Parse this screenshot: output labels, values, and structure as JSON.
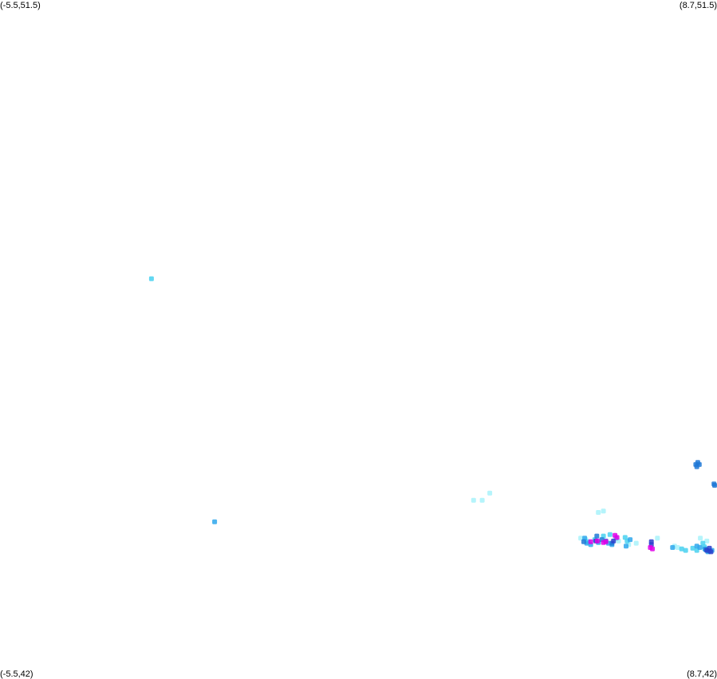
{
  "chart_data": {
    "type": "scatter",
    "title": "",
    "xlabel": "",
    "ylabel": "",
    "xlim": [
      -5.5,
      8.7
    ],
    "ylim": [
      42,
      51.5
    ],
    "grid": false,
    "legend": false,
    "corner_labels": {
      "top_left": "(-5.5,51.5)",
      "top_right": "(8.7,51.5)",
      "bottom_left": "(-5.5,42)",
      "bottom_right": "(8.7,42)"
    },
    "colors": {
      "cyan": "#48d1f0",
      "light_cyan": "#a8f2fa",
      "sky": "#2ea7ec",
      "blue": "#1e78d6",
      "dark_blue": "#2a3fcc",
      "magenta": "#e000e8"
    },
    "series": [
      {
        "color": "light_cyan",
        "points": [
          [
            4.2,
            44.6
          ],
          [
            4.05,
            44.5
          ],
          [
            3.88,
            44.5
          ],
          [
            6.45,
            44.35
          ],
          [
            6.35,
            44.33
          ],
          [
            6.75,
            43.93
          ],
          [
            6.95,
            43.88
          ],
          [
            6.1,
            43.95
          ],
          [
            6.0,
            43.97
          ],
          [
            8.37,
            43.97
          ],
          [
            8.5,
            43.93
          ],
          [
            7.86,
            43.86
          ],
          [
            7.92,
            43.84
          ],
          [
            7.52,
            43.97
          ],
          [
            7.1,
            43.9
          ]
        ]
      },
      {
        "color": "cyan",
        "points": [
          [
            -2.5,
            47.6
          ],
          [
            6.15,
            43.92
          ],
          [
            6.28,
            43.95
          ],
          [
            6.45,
            44.0
          ],
          [
            6.58,
            44.02
          ],
          [
            6.7,
            43.97
          ],
          [
            6.88,
            43.98
          ],
          [
            6.92,
            43.93
          ],
          [
            8.0,
            43.82
          ],
          [
            8.08,
            43.8
          ],
          [
            8.22,
            43.83
          ],
          [
            8.3,
            43.8
          ],
          [
            8.42,
            43.9
          ],
          [
            8.45,
            43.85
          ]
        ]
      },
      {
        "color": "sky",
        "points": [
          [
            -1.25,
            44.2
          ],
          [
            6.08,
            43.97
          ],
          [
            6.12,
            43.9
          ],
          [
            6.2,
            43.88
          ],
          [
            6.35,
            43.91
          ],
          [
            6.55,
            43.9
          ],
          [
            6.62,
            43.88
          ],
          [
            6.9,
            43.86
          ],
          [
            6.98,
            43.95
          ],
          [
            7.82,
            43.84
          ],
          [
            8.3,
            43.86
          ],
          [
            8.36,
            43.84
          ],
          [
            8.46,
            43.82
          ],
          [
            8.52,
            43.78
          ],
          [
            8.6,
            43.8
          ]
        ]
      },
      {
        "color": "blue",
        "points": [
          [
            8.28,
            45.0
          ],
          [
            8.32,
            45.03
          ],
          [
            8.35,
            45.0
          ],
          [
            8.3,
            44.97
          ],
          [
            8.64,
            44.73
          ],
          [
            8.68,
            44.71
          ],
          [
            6.32,
            44.0
          ],
          [
            6.42,
            43.95
          ],
          [
            6.5,
            43.93
          ],
          [
            6.62,
            43.9
          ],
          [
            6.06,
            43.92
          ],
          [
            8.48,
            43.81
          ],
          [
            8.55,
            43.79
          ]
        ]
      },
      {
        "color": "dark_blue",
        "points": [
          [
            7.4,
            43.92
          ],
          [
            7.4,
            43.88
          ],
          [
            8.5,
            43.8
          ],
          [
            8.55,
            43.83
          ],
          [
            8.58,
            43.78
          ],
          [
            6.65,
            43.93
          ],
          [
            6.3,
            43.93
          ]
        ]
      },
      {
        "color": "magenta",
        "points": [
          [
            6.2,
            43.92
          ],
          [
            6.33,
            43.93
          ],
          [
            6.45,
            43.91
          ],
          [
            6.5,
            43.92
          ],
          [
            6.68,
            44.01
          ],
          [
            6.72,
            43.98
          ],
          [
            7.38,
            43.84
          ],
          [
            7.42,
            43.82
          ]
        ]
      }
    ]
  }
}
